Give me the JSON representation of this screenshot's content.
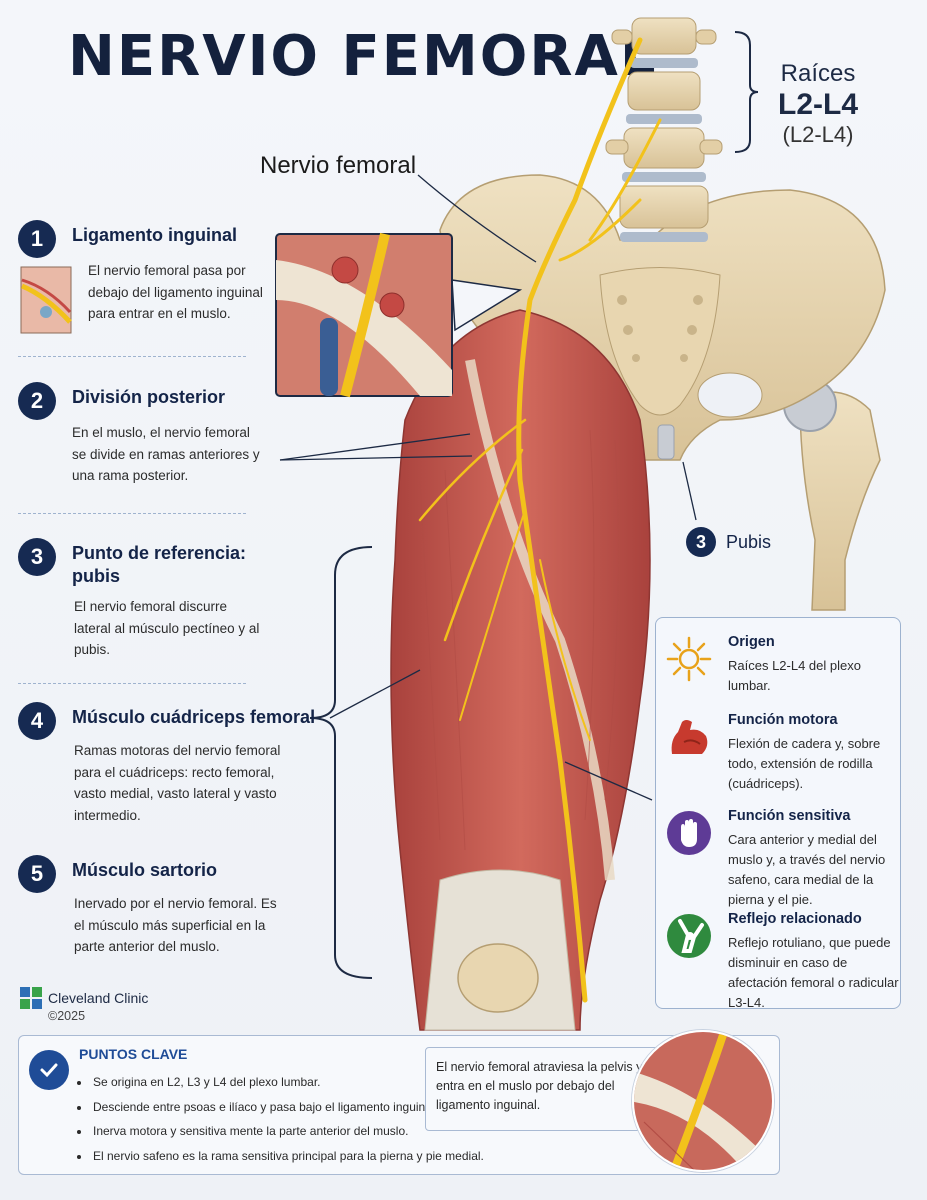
{
  "title": "NERVIO FEMORAL",
  "nerve_label": "Nervio femoral",
  "roots": {
    "line1": "Raíces",
    "line2": "L2-L4",
    "line3": "(L2-L4)"
  },
  "steps": [
    {
      "number": "1",
      "title": "Ligamento inguinal",
      "text": "El nervio femoral pasa por debajo del ligamento inguinal para entrar en el muslo."
    },
    {
      "number": "2",
      "title": "División posterior",
      "text": "En el muslo, el nervio femoral se divide en ramas anteriores y una rama posterior."
    },
    {
      "number": "3",
      "title": "Punto de referencia: pubis",
      "text": "El nervio femoral discurre lateral al músculo pectíneo y al pubis."
    },
    {
      "number": "4",
      "title": "Músculo cuádriceps femoral",
      "text": "Ramas motoras del nervio femoral para el cuádriceps: recto femoral, vasto medial, vasto lateral y vasto intermedio."
    },
    {
      "number": "5",
      "title": "Músculo sartorio",
      "text": "Inervado por el nervio femoral. Es el músculo más superficial en la parte anterior del muslo."
    }
  ],
  "pubis_label": {
    "number": "3",
    "text": "Pubis"
  },
  "info_panel": [
    {
      "icon": "sun-icon",
      "title": "Origen",
      "text": "Raíces L2-L4 del plexo lumbar."
    },
    {
      "icon": "flexed-arm-icon",
      "title": "Función motora",
      "text": "Flexión de cadera y, sobre todo, extensión de rodilla (cuádriceps)."
    },
    {
      "icon": "hand-icon",
      "title": "Función sensitiva",
      "text": "Cara anterior y medial del muslo y, a través del nervio safeno, cara medial de la pierna y el pie."
    },
    {
      "icon": "knee-icon",
      "title": "Reflejo relacionado",
      "text": "Reflejo rotuliano, que puede disminuir en caso de afectación femoral o radicular L3-L4."
    }
  ],
  "logo": {
    "name": "Cleveland Clinic",
    "copyright": "©2025"
  },
  "key_points": {
    "title": "PUNTOS CLAVE",
    "items": [
      "Se origina en L2, L3 y L4 del plexo lumbar.",
      "Desciende entre psoas e ilíaco y pasa bajo el ligamento inguinal.",
      "Inerva motora y sensitiva mente la parte anterior del muslo.",
      "El nervio safeno es la rama sensitiva principal para la pierna y pie medial."
    ],
    "summary": "El nervio femoral atraviesa la pelvis y entra en el muslo por debajo del ligamento inguinal."
  },
  "colors": {
    "navy": "#162a52",
    "muscle": "#c9574f",
    "bone": "#e6d3ac",
    "nerve": "#f2c21b",
    "accent": "#1f4c97"
  }
}
